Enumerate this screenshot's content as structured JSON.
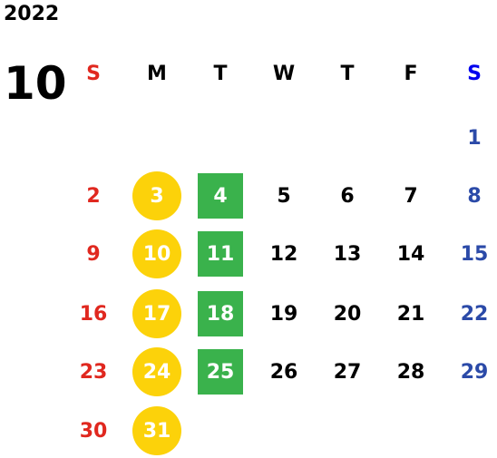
{
  "header": {
    "year": "2022",
    "month": "10"
  },
  "weekdays": [
    "S",
    "M",
    "T",
    "W",
    "T",
    "F",
    "S"
  ],
  "weeks": [
    [
      "",
      "",
      "",
      "",
      "",
      "",
      "1"
    ],
    [
      "2",
      "3",
      "4",
      "5",
      "6",
      "7",
      "8"
    ],
    [
      "9",
      "10",
      "11",
      "12",
      "13",
      "14",
      "15"
    ],
    [
      "16",
      "17",
      "18",
      "19",
      "20",
      "21",
      "22"
    ],
    [
      "23",
      "24",
      "25",
      "26",
      "27",
      "28",
      "29"
    ],
    [
      "30",
      "31",
      "",
      "",
      "",
      "",
      ""
    ]
  ],
  "colors": {
    "sunday": "#e0281f",
    "saturday": "#2b4aa8",
    "highlight_circle": "#fcd20a",
    "highlight_square": "#3ab24c"
  },
  "highlights": {
    "circle_column": 1,
    "square_column": 2
  }
}
